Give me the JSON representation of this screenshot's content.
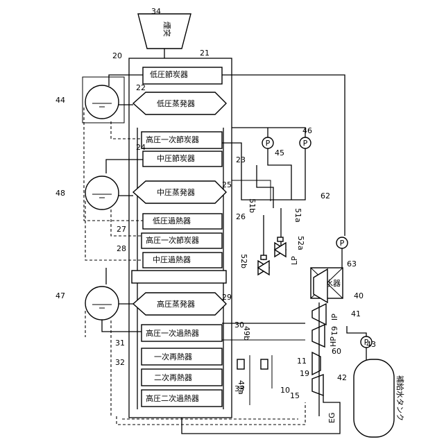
{
  "components": {
    "stack": "煙突",
    "lp_economizer": "低圧節炭器",
    "lp_evaporator": "低圧蒸発器",
    "hp_primary_economizer_a": "高圧一次節炭器",
    "ip_economizer": "中圧節炭器",
    "ip_evaporator": "中圧蒸発器",
    "lp_superheater": "低圧過熱器",
    "hp_primary_economizer_b": "高圧一次節炭器",
    "ip_superheater": "中圧過熱器",
    "hp_evaporator": "高圧蒸発器",
    "hp_primary_superheater": "高圧一次過熱器",
    "primary_reheater": "一次再熱器",
    "secondary_reheater": "二次再熱器",
    "hp_secondary_superheater": "高圧二次過熱器",
    "condenser": "復水器",
    "makeup_tank": "補給水タンク",
    "pump_symbol": "P",
    "lp_label": "LP",
    "ip_label": "IP",
    "hp_label": "HP",
    "eg_label": "EG"
  },
  "refs": {
    "r10": "10",
    "r11": "11",
    "r15": "15",
    "r19": "19",
    "r20": "20",
    "r21": "21",
    "r22": "22",
    "r23": "23",
    "r24": "24",
    "r25": "25",
    "r26": "26",
    "r27": "27",
    "r28": "28",
    "r29": "29",
    "r30": "30",
    "r31": "31",
    "r32": "32",
    "r33": "33",
    "r34": "34",
    "r40": "40",
    "r41": "41",
    "r42": "42",
    "r43": "43",
    "r44": "44",
    "r45": "45",
    "r46": "46",
    "r47": "47",
    "r48": "48",
    "r49a": "49a",
    "r49b": "49b",
    "r51a": "51a",
    "r51b": "51b",
    "r52a": "52a",
    "r52b": "52b",
    "r60": "60",
    "r61": "61",
    "r62": "62",
    "r63": "63"
  }
}
